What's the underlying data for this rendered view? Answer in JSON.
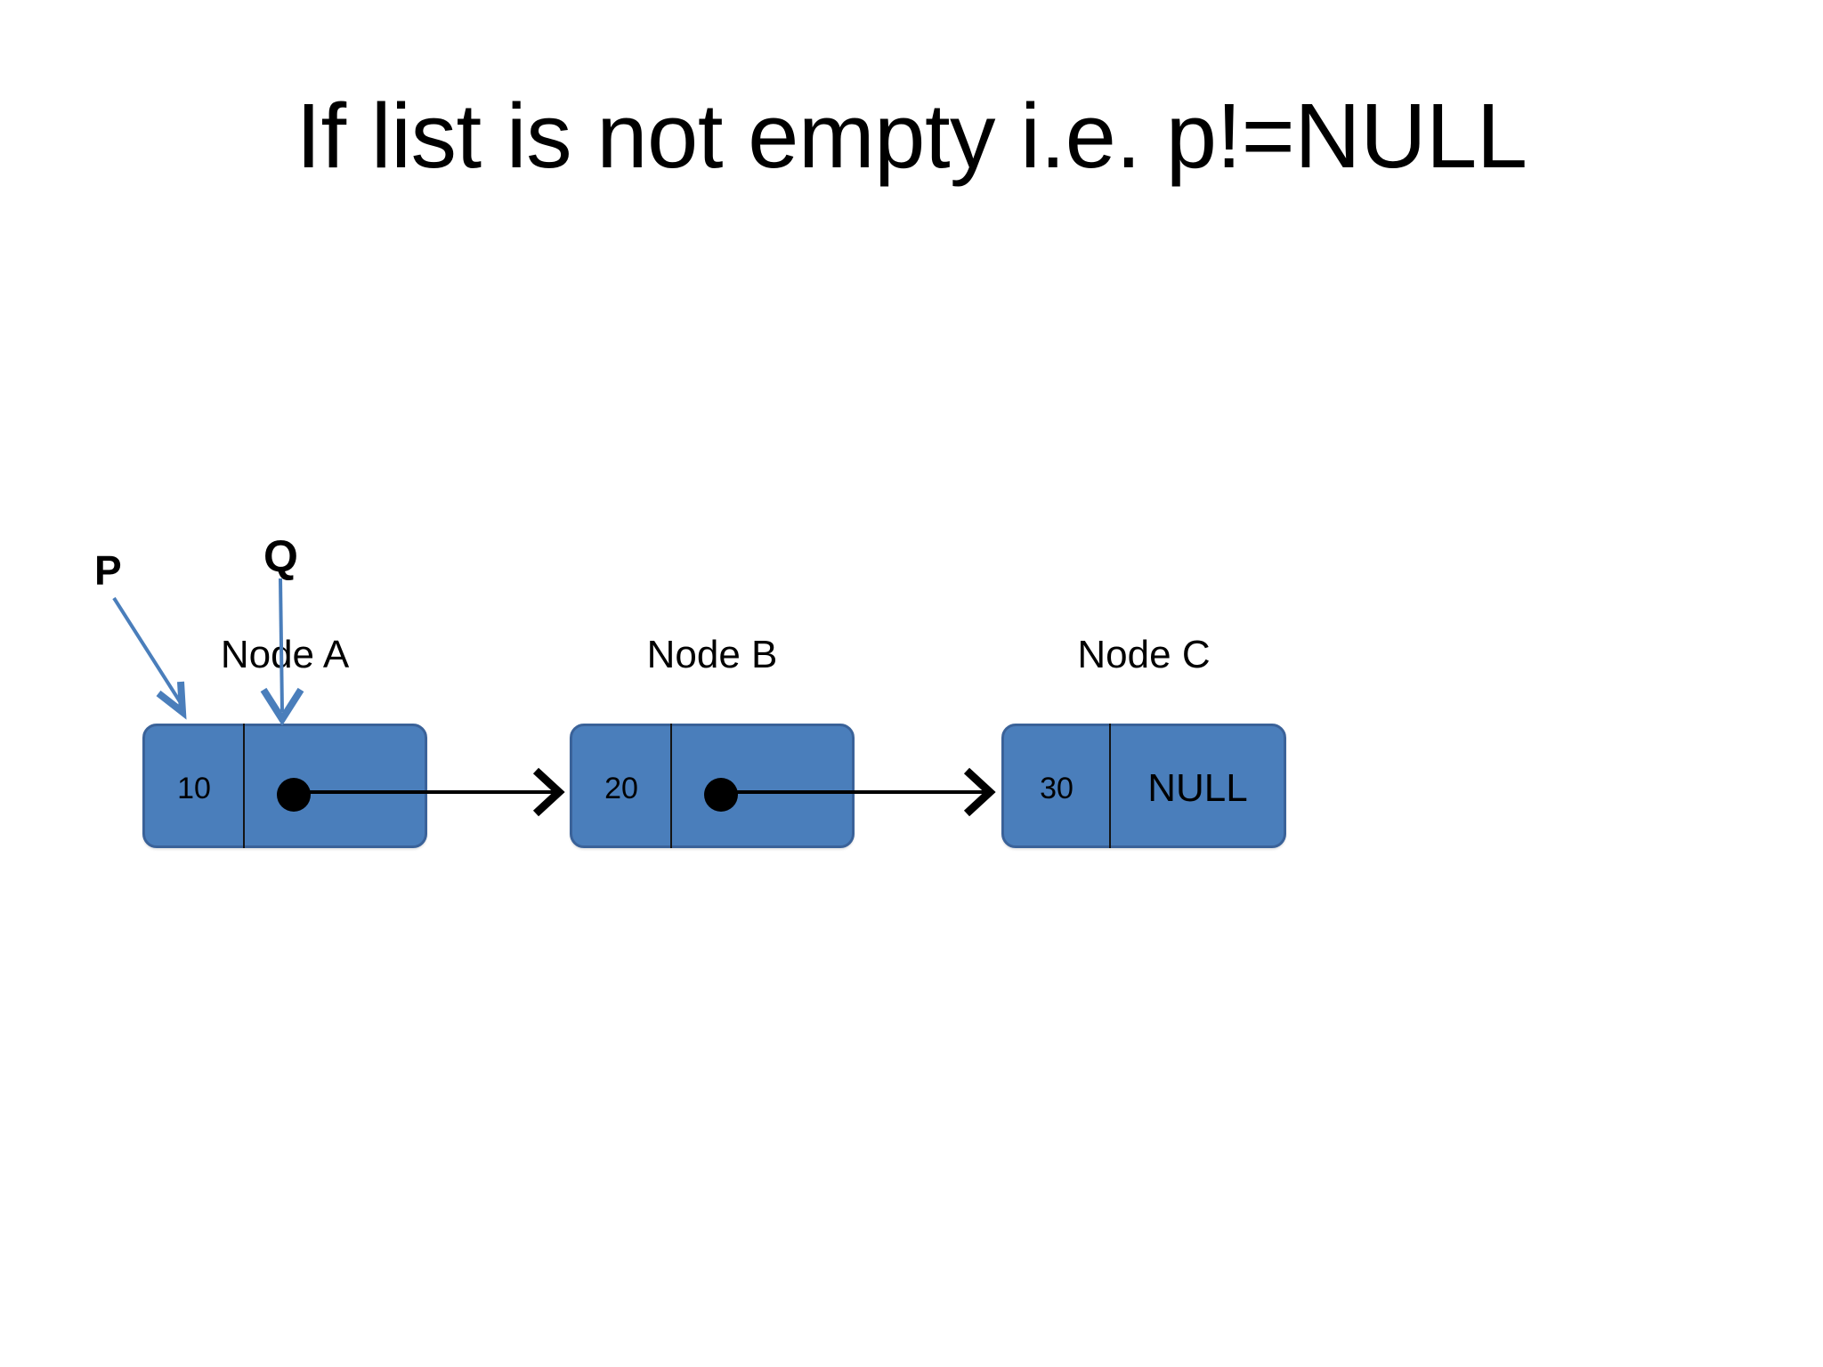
{
  "slide": {
    "title": "If list is not empty i.e. p!=NULL",
    "background_color": "#ffffff"
  },
  "colors": {
    "node_fill": "#4a7ebb",
    "node_border": "#3a6299",
    "pointer_arrow": "#4a7ebb",
    "link_arrow": "#000000",
    "text": "#000000"
  },
  "pointers": [
    {
      "label": "P",
      "target": "Node A",
      "arrow_style": "diagonal"
    },
    {
      "label": "Q",
      "target": "Node A",
      "arrow_style": "vertical"
    }
  ],
  "nodes": [
    {
      "caption": "Node A",
      "data": "10",
      "link": "pointer-dot",
      "link_text": ""
    },
    {
      "caption": "Node B",
      "data": "20",
      "link": "pointer-dot",
      "link_text": ""
    },
    {
      "caption": "Node C",
      "data": "30",
      "link": "null",
      "link_text": "NULL"
    }
  ],
  "links": [
    {
      "from": "Node A",
      "to": "Node B"
    },
    {
      "from": "Node B",
      "to": "Node C"
    }
  ]
}
